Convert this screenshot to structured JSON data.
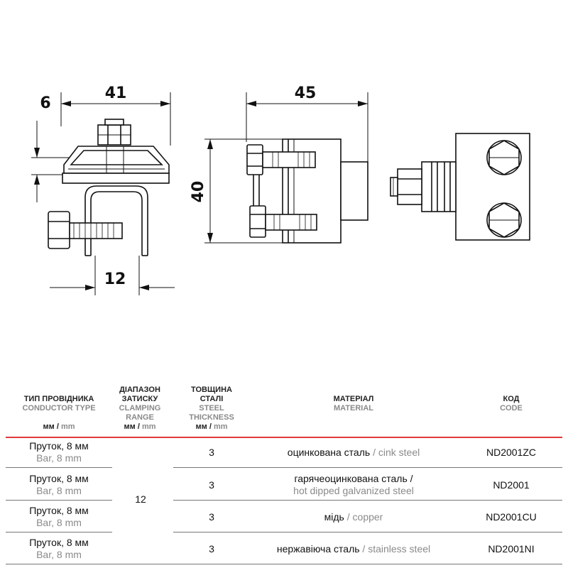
{
  "dimensions": {
    "d6": "6",
    "d41": "41",
    "d45": "45",
    "d40": "40",
    "d12": "12"
  },
  "table": {
    "headers": {
      "conductor": {
        "ua": "ТИП ПРОВІДНИКА",
        "en": "CONDUCTOR TYPE",
        "unit_ua": "мм",
        "unit_sep": " / ",
        "unit_en": "mm"
      },
      "clamping": {
        "ua": [
          "ДІАПАЗОН",
          "ЗАТИСКУ"
        ],
        "en": [
          "CLAMPING",
          "RANGE"
        ],
        "unit_ua": "мм",
        "unit_sep": " / ",
        "unit_en": "mm"
      },
      "thickness": {
        "ua": [
          "ТОВЩИНА",
          "СТАЛІ"
        ],
        "en": [
          "STEEL",
          "THICKNESS"
        ],
        "unit_ua": "мм",
        "unit_sep": " / ",
        "unit_en": "mm"
      },
      "material": {
        "ua": "МАТЕРІАЛ",
        "en": "MATERIAL"
      },
      "code": {
        "ua": "КОД",
        "en": "CODE"
      }
    },
    "clamping_range": "12",
    "rows": [
      {
        "conductor_ua": "Пруток, 8 мм",
        "conductor_en": "Bar, 8 mm",
        "thickness": "3",
        "material_ua": "оцинкована сталь",
        "material_sep": " / ",
        "material_en": "cink steel",
        "code": "ND2001ZC"
      },
      {
        "conductor_ua": "Пруток, 8 мм",
        "conductor_en": "Bar, 8 mm",
        "thickness": "3",
        "material_ua": "гарячеоцинкована сталь /",
        "material_sep": "",
        "material_en": "hot dipped galvanized steel",
        "code": "ND2001"
      },
      {
        "conductor_ua": "Пруток, 8 мм",
        "conductor_en": "Bar, 8 mm",
        "thickness": "3",
        "material_ua": "мідь",
        "material_sep": " / ",
        "material_en": "copper",
        "code": "ND2001CU"
      },
      {
        "conductor_ua": "Пруток, 8 мм",
        "conductor_en": "Bar, 8 mm",
        "thickness": "3",
        "material_ua": "нержавіюча сталь",
        "material_sep": " / ",
        "material_en": "stainless steel",
        "code": "ND2001NI"
      }
    ]
  }
}
